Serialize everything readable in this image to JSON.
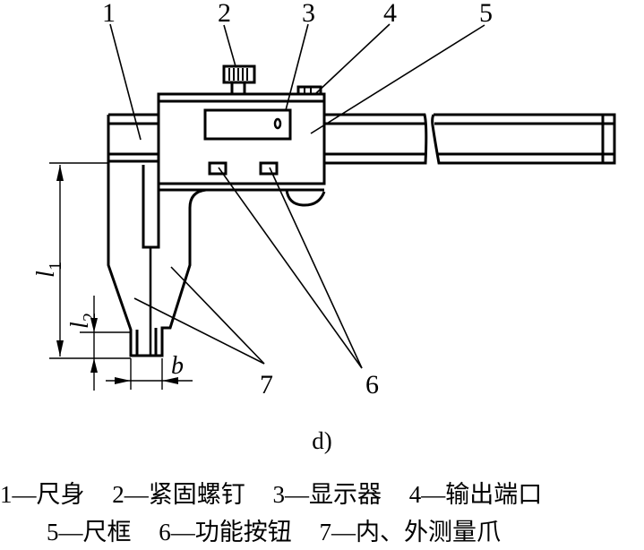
{
  "figure": {
    "subfigure_label": "d)",
    "part_callouts": [
      "1",
      "2",
      "3",
      "4",
      "5",
      "6",
      "7"
    ],
    "dimension_labels": {
      "l1": {
        "symbol": "l",
        "subscript": "1"
      },
      "l2": {
        "symbol": "l",
        "subscript": "2"
      },
      "b": {
        "symbol": "b"
      }
    },
    "legend": {
      "row1": [
        {
          "number": "1",
          "separator": "—",
          "name": "尺身"
        },
        {
          "number": "2",
          "separator": "—",
          "name": "紧固螺钉"
        },
        {
          "number": "3",
          "separator": "—",
          "name": "显示器"
        },
        {
          "number": "4",
          "separator": "—",
          "name": "输出端口"
        }
      ],
      "row2": [
        {
          "number": "5",
          "separator": "—",
          "name": "尺框"
        },
        {
          "number": "6",
          "separator": "—",
          "name": "功能按钮"
        },
        {
          "number": "7",
          "separator": "—",
          "name": "内、外测量爪"
        }
      ]
    },
    "colors": {
      "ink": "#000000",
      "background": "#ffffff"
    }
  }
}
